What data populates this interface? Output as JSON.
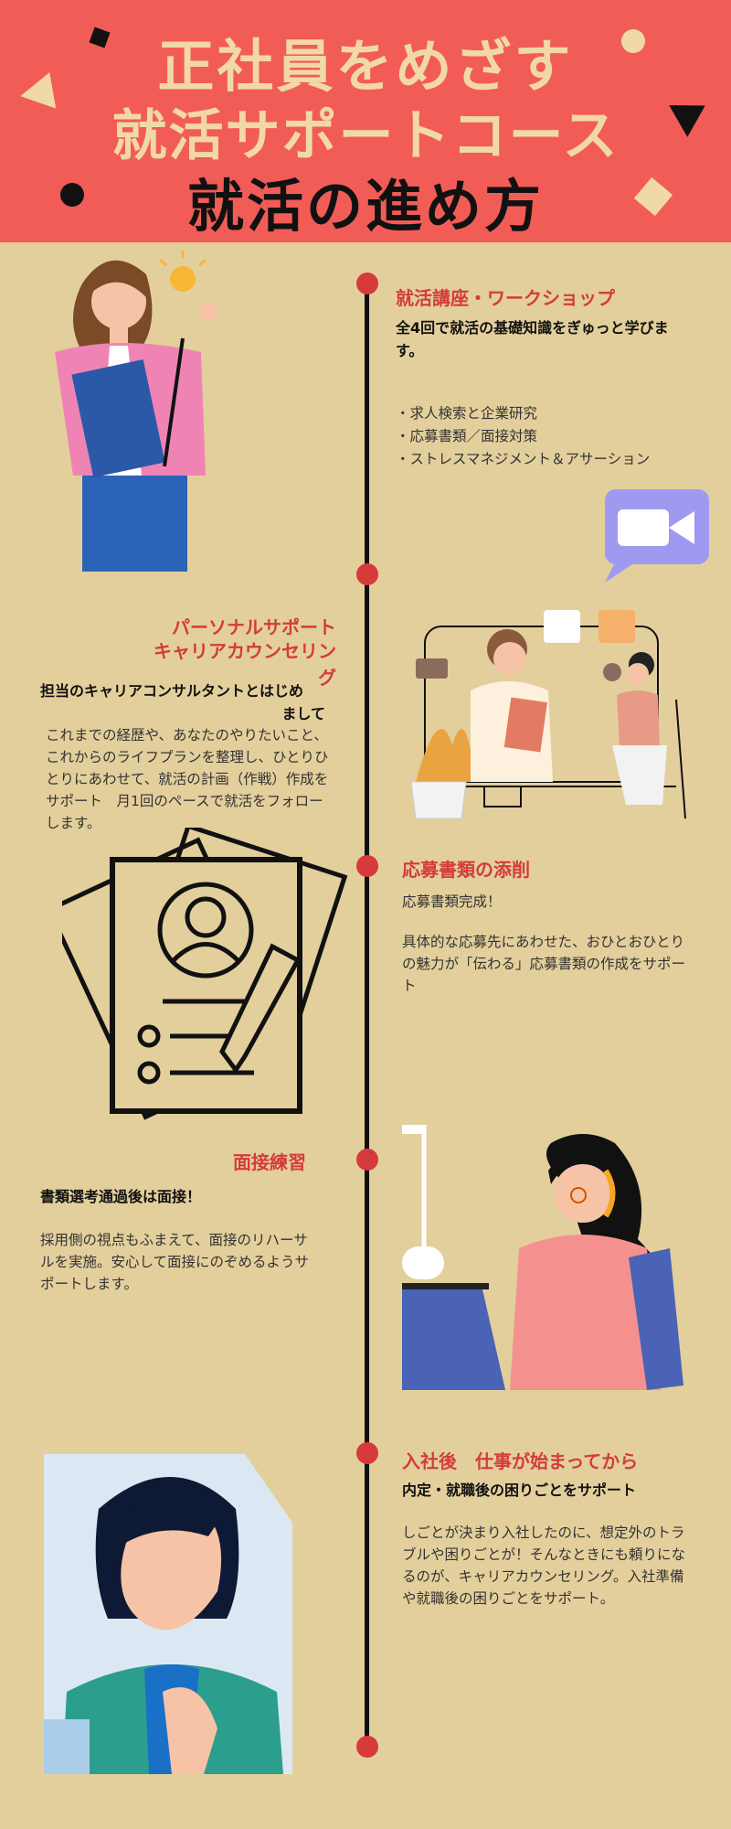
{
  "header": {
    "line1": "正社員をめざす",
    "line2": "就活サポートコース",
    "line3": "就活の進め方"
  },
  "sections": [
    {
      "title": "就活講座・ワークショップ",
      "subtitle": "全4回で就活の基礎知識をぎゅっと学びます。",
      "items": [
        "求人検索と企業研究",
        "応募書類／面接対策",
        "ストレスマネジメント＆アサーション"
      ]
    },
    {
      "title_line1": "パーソナルサポート",
      "title_line2": "キャリアカウンセリング",
      "subtitle_line1": "担当のキャリアコンサルタントとはじめ",
      "subtitle_line2": "まして",
      "body": "これまでの経歴や、あなたのやりたいこと、これからのライフプランを整理し、ひとりひとりにあわせて、就活の計画（作戦）作成をサポート　月1回のペースで就活をフォローします。"
    },
    {
      "title": "応募書類の添削",
      "subtitle": "応募書類完成！",
      "body": "具体的な応募先にあわせた、おひとおひとりの魅力が「伝わる」応募書類の作成をサポート"
    },
    {
      "title": "面接練習",
      "subtitle": "書類選考通過後は面接！",
      "body": "採用側の視点もふまえて、面接のリハーサルを実施。安心して面接にのぞめるようサポートします。"
    },
    {
      "title": "入社後　仕事が始まってから",
      "subtitle": "内定・就職後の困りごとをサポート",
      "body": "しごとが決まり入社したのに、想定外のトラブルや困りごとが！そんなときにも頼りになるのが、キャリアカウンセリング。入社準備や就職後の困りごとをサポート。"
    }
  ],
  "colors": {
    "background": "#e3cf9c",
    "header": "#f25c57",
    "header_text": "#f1d9a6",
    "accent": "#d33c3c",
    "timeline": "#111111"
  }
}
